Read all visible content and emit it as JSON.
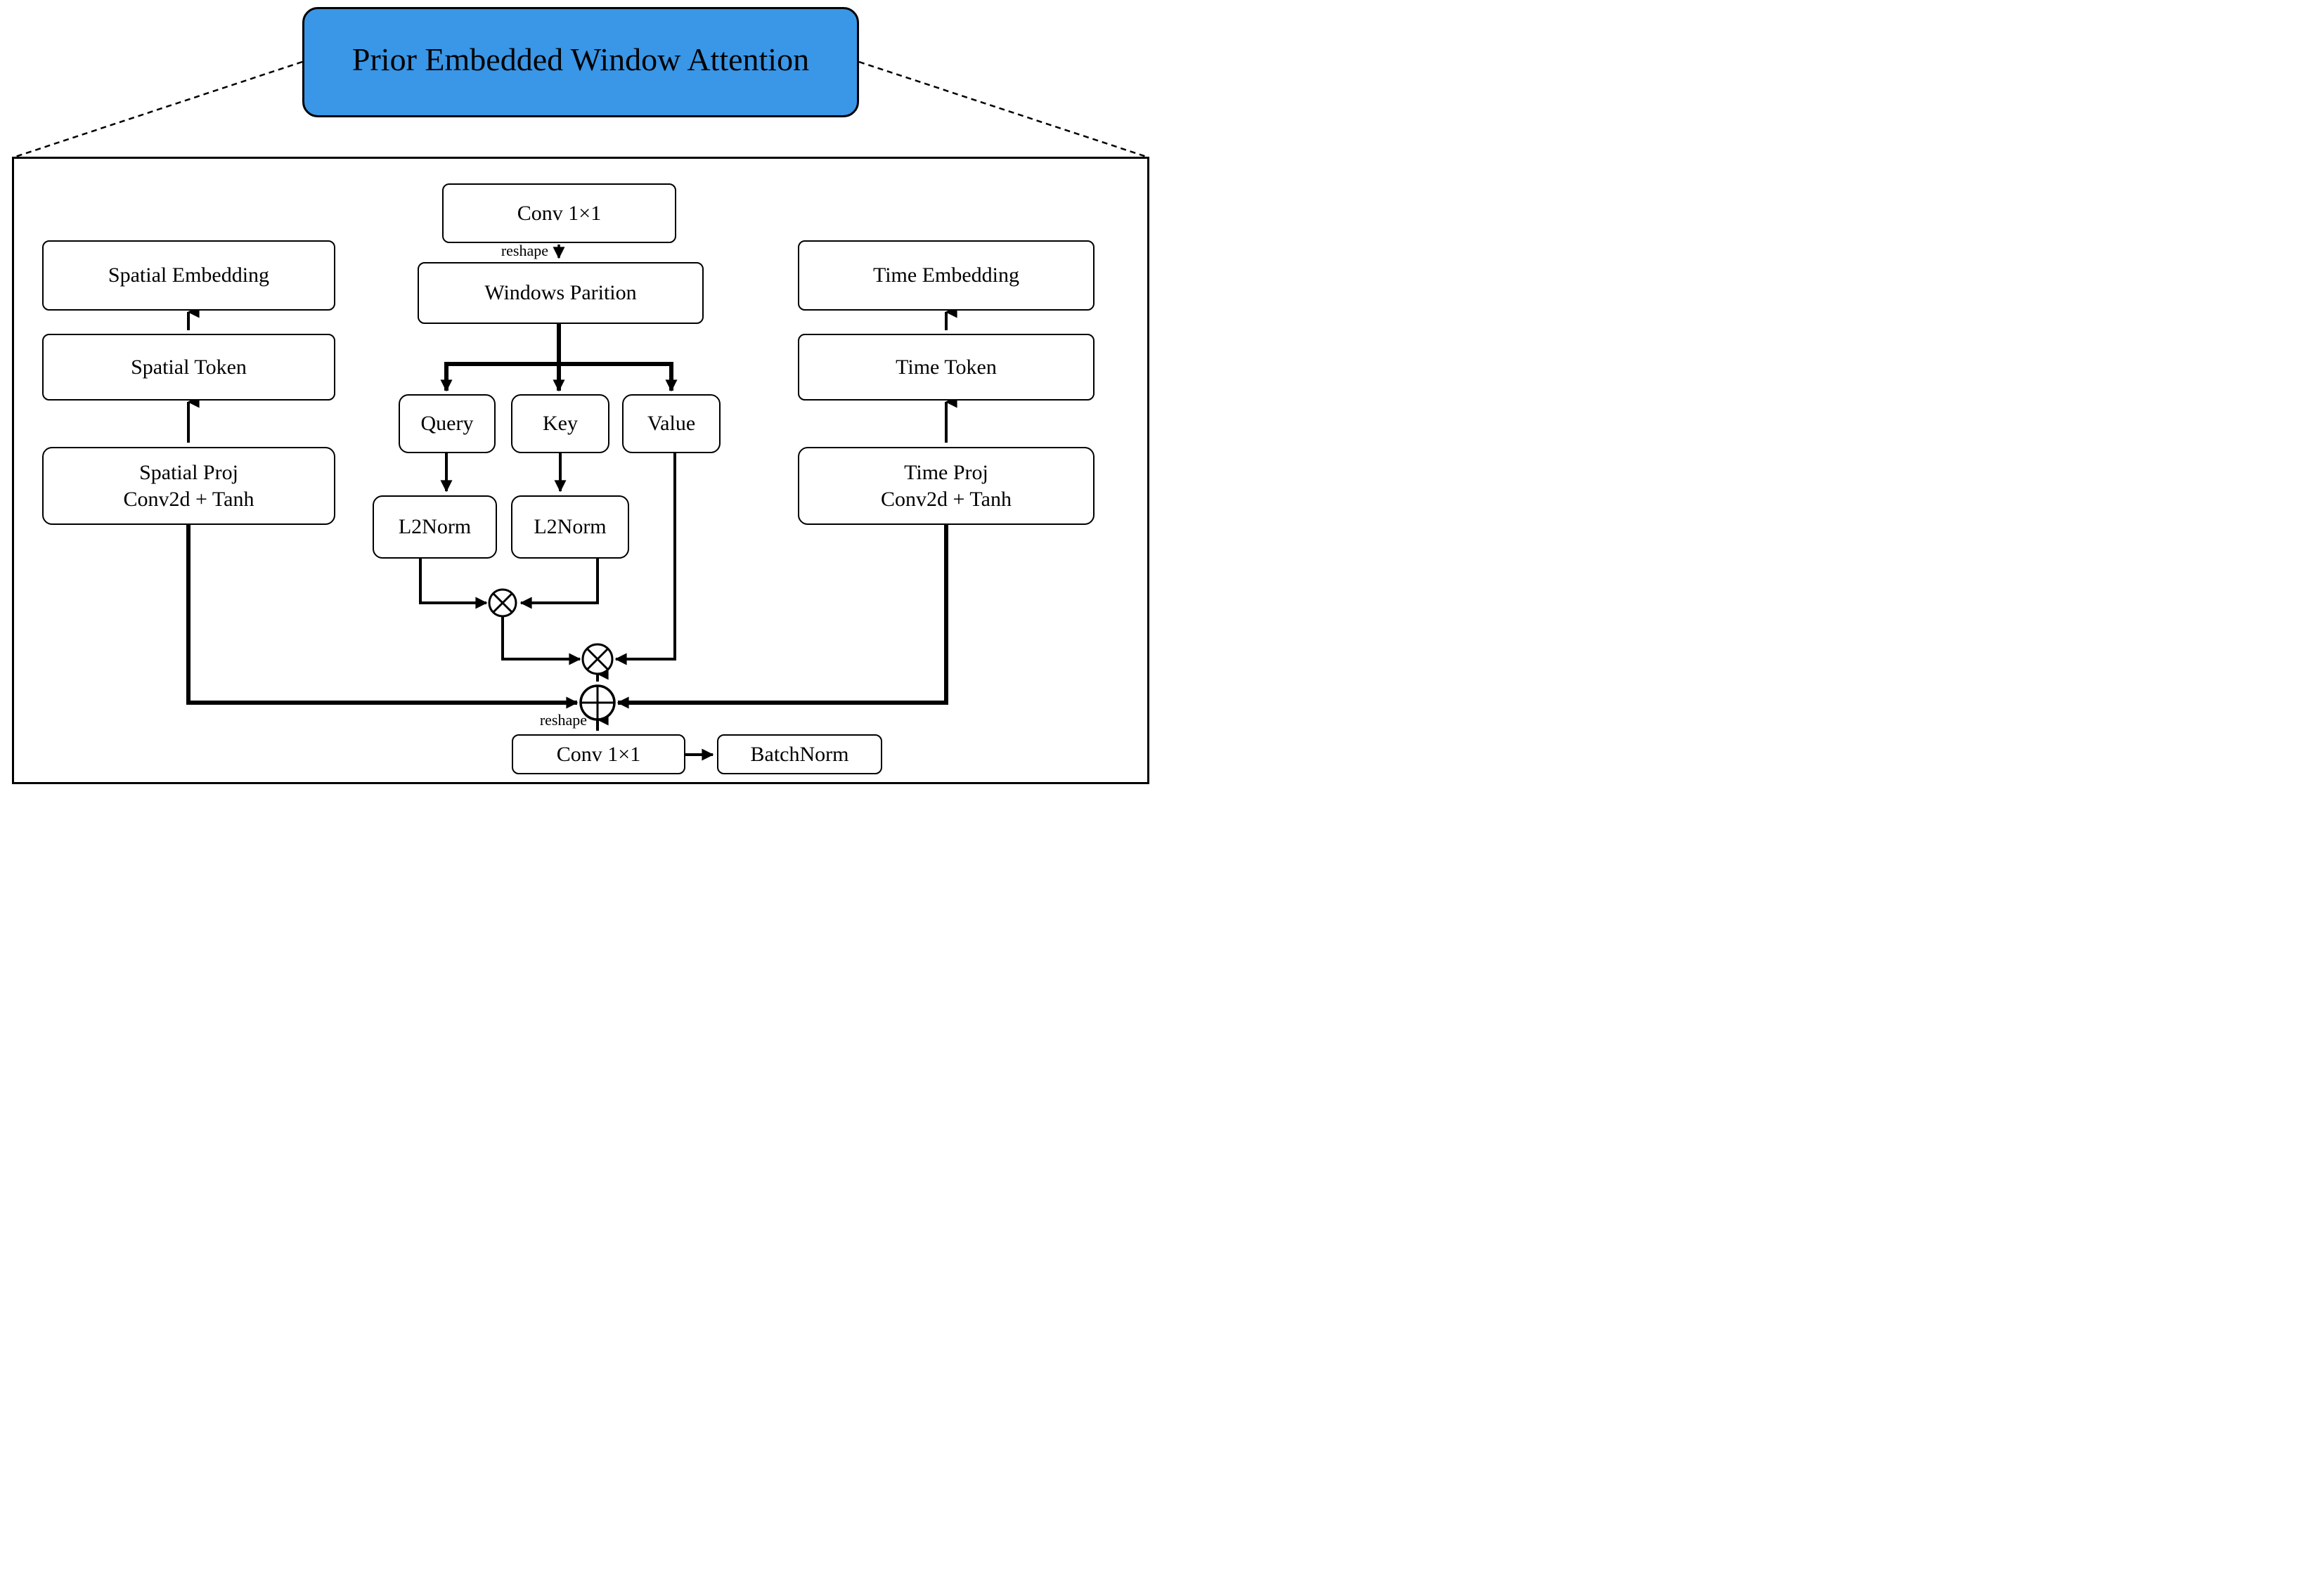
{
  "title": "Prior Embedded Window Attention",
  "spatial_branch": {
    "embedding": "Spatial Embedding",
    "token": "Spatial Token",
    "proj_line1": "Spatial Proj",
    "proj_line2": "Conv2d + Tanh"
  },
  "time_branch": {
    "embedding": "Time Embedding",
    "token": "Time Token",
    "proj_line1": "Time Proj",
    "proj_line2": "Conv2d + Tanh"
  },
  "attention": {
    "conv_in": "Conv 1×1",
    "reshape_in": "reshape",
    "window_partition": "Windows Parition",
    "query": "Query",
    "key": "Key",
    "value": "Value",
    "l2norm_query": "L2Norm",
    "l2norm_key": "L2Norm",
    "reshape_out": "reshape",
    "conv_out": "Conv 1×1",
    "batchnorm": "BatchNorm"
  },
  "operators": {
    "matmul_qk": "⊗",
    "matmul_v": "⊗",
    "add_prior": "⊕"
  },
  "colors": {
    "title_bg": "#3A96E6",
    "line": "#000000",
    "box_bg": "#FFFFFF",
    "page_bg": "#FFFFFF"
  }
}
